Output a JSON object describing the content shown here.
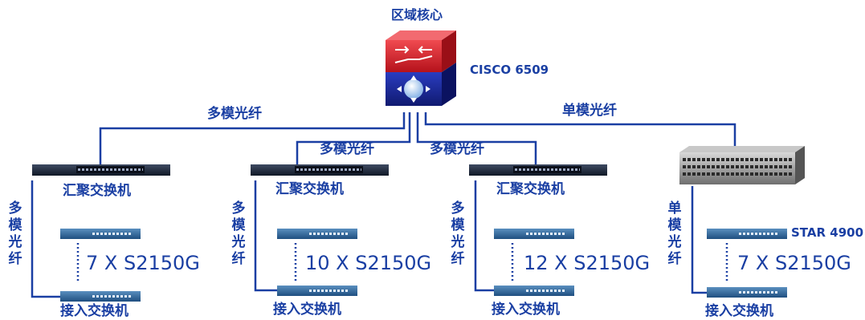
{
  "core": {
    "title": "区域核心",
    "model": "CISCO 6509"
  },
  "links": {
    "left": "多模光纤",
    "center_left": "多模光纤",
    "center_right": "多模光纤",
    "right": "单模光纤"
  },
  "groups": [
    {
      "aggregation_label": "汇聚交换机",
      "side_label": "多模光纤",
      "count_label": "7 X S2150G",
      "access_label": "接入交换机"
    },
    {
      "aggregation_label": "汇聚交换机",
      "side_label": "多模光纤",
      "count_label": "10 X S2150G",
      "access_label": "接入交换机"
    },
    {
      "aggregation_label": "汇聚交换机",
      "side_label": "多模光纤",
      "count_label": "12 X S2150G",
      "access_label": "接入交换机"
    },
    {
      "model_label": "STAR 4900",
      "side_label": "单模光纤",
      "count_label": "7 X S2150G",
      "access_label": "接入交换机"
    }
  ],
  "colors": {
    "line": "#1a3fa3",
    "text": "#1a3fa3",
    "core_top": "#e0202a",
    "core_bottom": "#1d2a9c"
  },
  "icons": {
    "core": "router-icon",
    "aggregation": "switch-icon",
    "access": "access-switch-icon",
    "chassis": "chassis-switch-icon"
  }
}
